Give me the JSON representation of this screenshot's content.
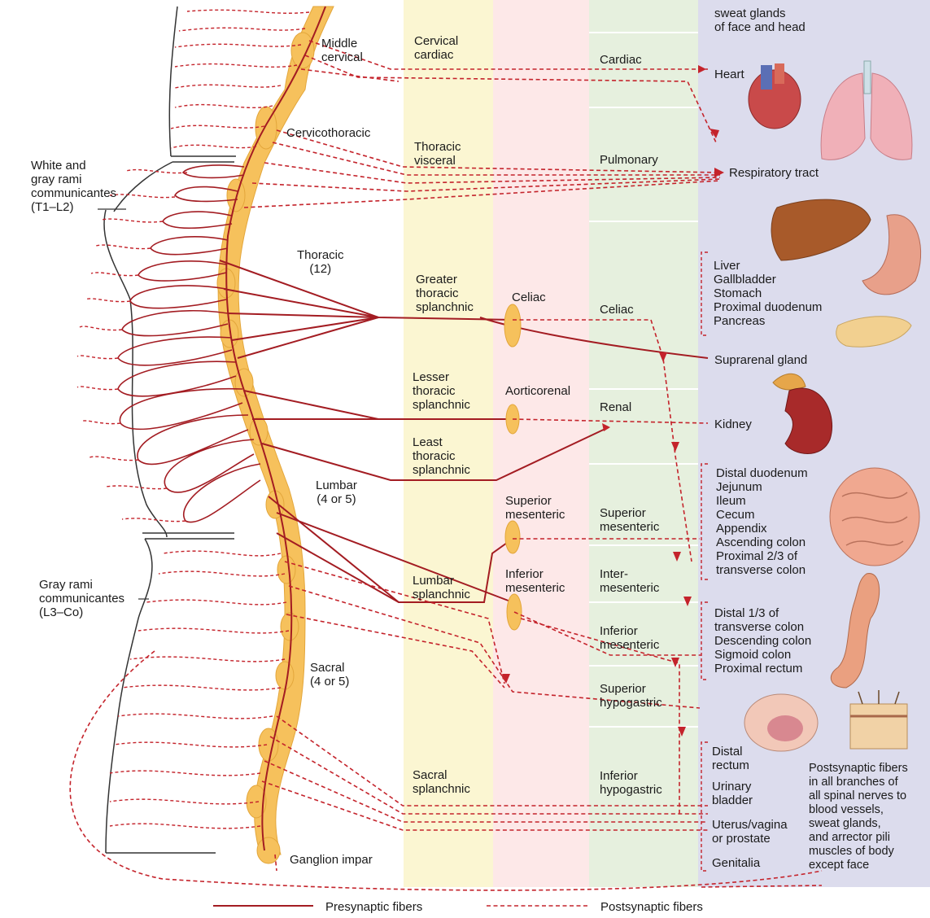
{
  "ganglia": {
    "middle_cervical": "Middle\ncervical",
    "cervicothoracic": "Cervicothoracic",
    "thoracic": "Thoracic\n(12)",
    "lumbar": "Lumbar\n(4 or 5)",
    "sacral": "Sacral\n(4 or 5)",
    "ganglion_impar": "Ganglion impar"
  },
  "rami": {
    "white_gray": "White and\ngray rami\ncommunicantes\n(T1–L2)",
    "gray": "Gray rami\ncommunicantes\n(L3–Co)"
  },
  "splanchnic_nerves": {
    "cervical_cardiac": "Cervical\ncardiac",
    "thoracic_visceral": "Thoracic\nvisceral",
    "greater_thoracic": "Greater\nthoracic\nsplanchnic",
    "lesser_thoracic": "Lesser\nthoracic\nsplanchnic",
    "least_thoracic": "Least\nthoracic\nsplanchnic",
    "lumbar": "Lumbar\nsplanchnic",
    "sacral": "Sacral\nsplanchnic"
  },
  "prevertebral_ganglia": {
    "celiac": "Celiac",
    "aorticorenal": "Aorticorenal",
    "superior_mesenteric": "Superior\nmesenteric",
    "inferior_mesenteric": "Inferior\nmesenteric"
  },
  "plexuses": {
    "cardiac": "Cardiac",
    "pulmonary": "Pulmonary",
    "celiac": "Celiac",
    "renal": "Renal",
    "superior_mesenteric": "Superior\nmesenteric",
    "intermesenteric": "Inter-\nmesenteric",
    "inferior_mesenteric": "Inferior\nmesenteric",
    "superior_hypogastric": "Superior\nhypogastric",
    "inferior_hypogastric": "Inferior\nhypogastric"
  },
  "targets": {
    "sweat_glands_face": "sweat glands\nof face and head",
    "heart": "Heart",
    "respiratory_tract": "Respiratory tract",
    "foregut": "Liver\nGallbladder\nStomach\nProximal duodenum\nPancreas",
    "suprarenal": "Suprarenal gland",
    "kidney": "Kidney",
    "midgut": "Distal duodenum\nJejunum\nIleum\nCecum\nAppendix\nAscending colon\nProximal 2/3 of\ntransverse colon",
    "hindgut": "Distal 1/3 of\ntransverse colon\nDescending colon\nSigmoid colon\nProximal rectum",
    "distal_rectum": "Distal\nrectum",
    "urinary_bladder": "Urinary\nbladder",
    "uterus": "Uterus/vagina\nor prostate",
    "genitalia": "Genitalia",
    "postsynaptic_note": "Postsynaptic fibers\nin all branches of\nall spinal nerves to\nblood vessels,\nsweat glands,\nand arrector pili\nmuscles of body\nexcept face"
  },
  "legend": {
    "presynaptic": "Presynaptic fibers",
    "postsynaptic": "Postsynaptic fibers"
  },
  "colors": {
    "presynaptic": "#a31c22",
    "postsynaptic": "#c4232b",
    "ganglion": "#f6c15c",
    "band_yellow": "#fbf6d2",
    "band_pink": "#fde8e8",
    "band_green": "#e6f0de",
    "band_purple": "#dcdced"
  }
}
